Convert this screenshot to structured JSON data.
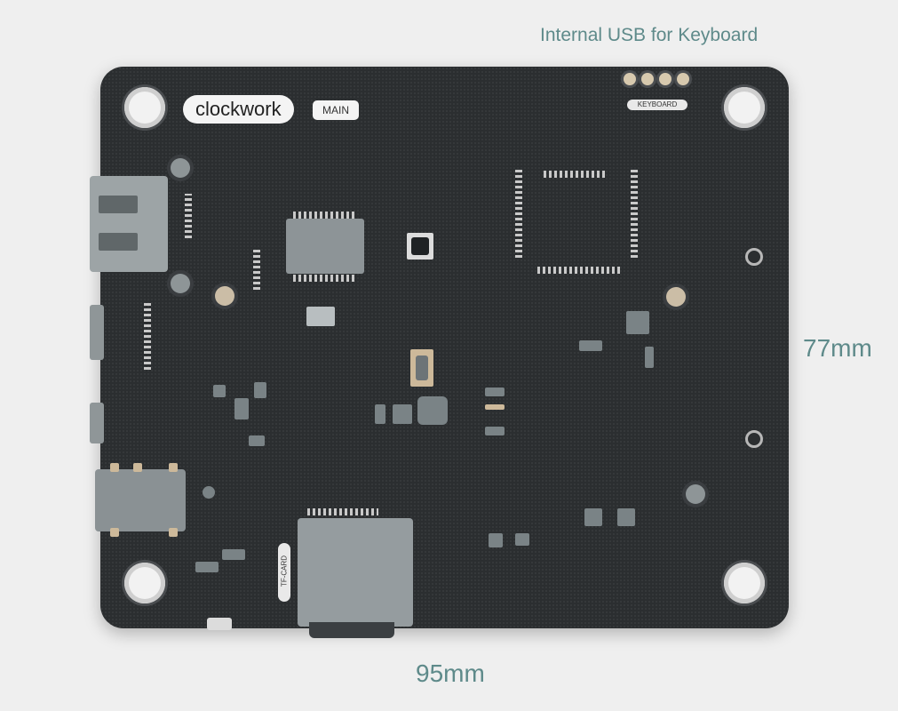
{
  "labels": {
    "internal_usb": "Internal USB for Keyboard",
    "width": "95mm",
    "height": "77mm"
  },
  "board": {
    "logo_text": "clockwork",
    "main_tag": "MAIN",
    "keyboard_tag": "KEYBOARD",
    "tf_card_tag": "TF-CARD"
  },
  "colors": {
    "background": "#efefef",
    "board": "#2b2e30",
    "caption": "#5e8a8a"
  }
}
